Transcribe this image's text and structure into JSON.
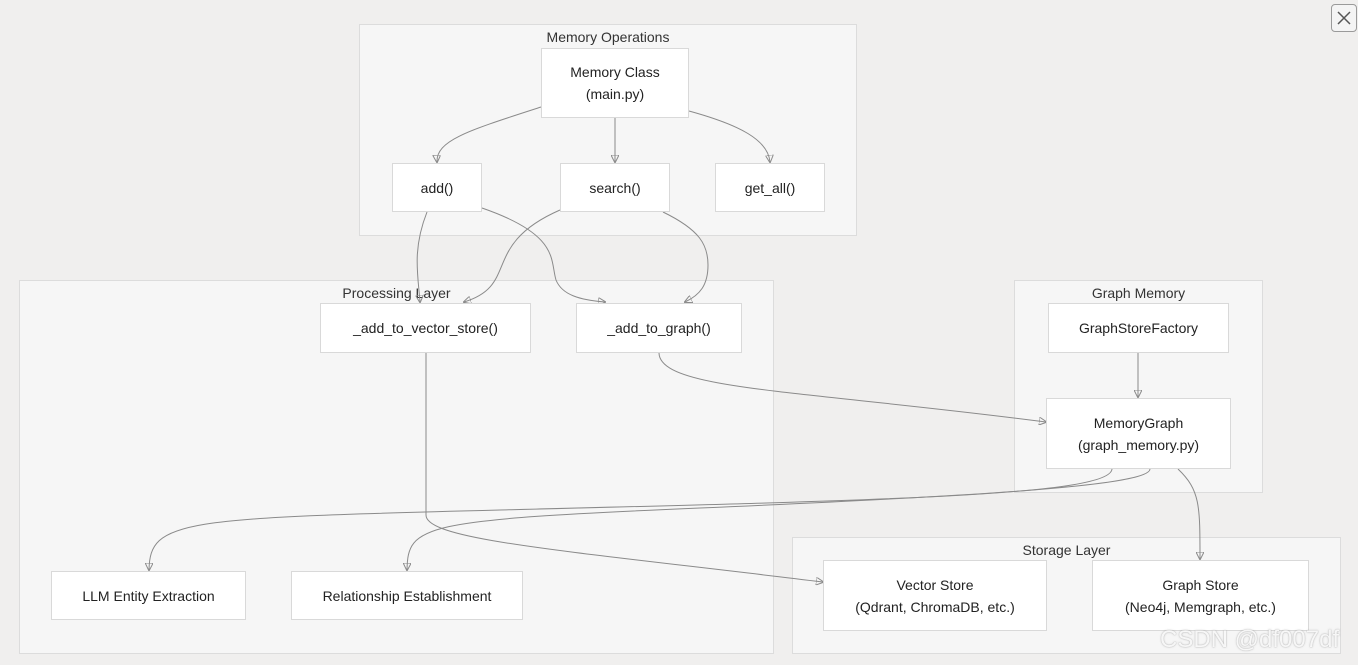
{
  "clusters": {
    "memory_operations": "Memory Operations",
    "processing_layer": "Processing Layer",
    "graph_memory": "Graph Memory",
    "storage_layer": "Storage Layer"
  },
  "nodes": {
    "memory_class": {
      "line1": "Memory Class",
      "line2": "(main.py)"
    },
    "add": "add()",
    "search": "search()",
    "get_all": "get_all()",
    "add_to_vector_store": "_add_to_vector_store()",
    "add_to_graph": "_add_to_graph()",
    "graph_store_factory": "GraphStoreFactory",
    "memory_graph": {
      "line1": "MemoryGraph",
      "line2": "(graph_memory.py)"
    },
    "llm_entity_extraction": "LLM Entity Extraction",
    "relationship_establishment": "Relationship Establishment",
    "vector_store": {
      "line1": "Vector Store",
      "line2": "(Qdrant, ChromaDB, etc.)"
    },
    "graph_store": {
      "line1": "Graph Store",
      "line2": "(Neo4j, Memgraph, etc.)"
    }
  },
  "edges": [
    [
      "memory_class",
      "add"
    ],
    [
      "memory_class",
      "search"
    ],
    [
      "memory_class",
      "get_all"
    ],
    [
      "add",
      "add_to_vector_store"
    ],
    [
      "add",
      "add_to_graph"
    ],
    [
      "search",
      "add_to_vector_store"
    ],
    [
      "search",
      "add_to_graph"
    ],
    [
      "add_to_graph",
      "memory_graph"
    ],
    [
      "graph_store_factory",
      "memory_graph"
    ],
    [
      "add_to_vector_store",
      "vector_store"
    ],
    [
      "memory_graph",
      "llm_entity_extraction"
    ],
    [
      "memory_graph",
      "relationship_establishment"
    ],
    [
      "memory_graph",
      "graph_store"
    ]
  ],
  "watermark": "CSDN @df007df",
  "icons": {
    "close": "close-icon"
  }
}
